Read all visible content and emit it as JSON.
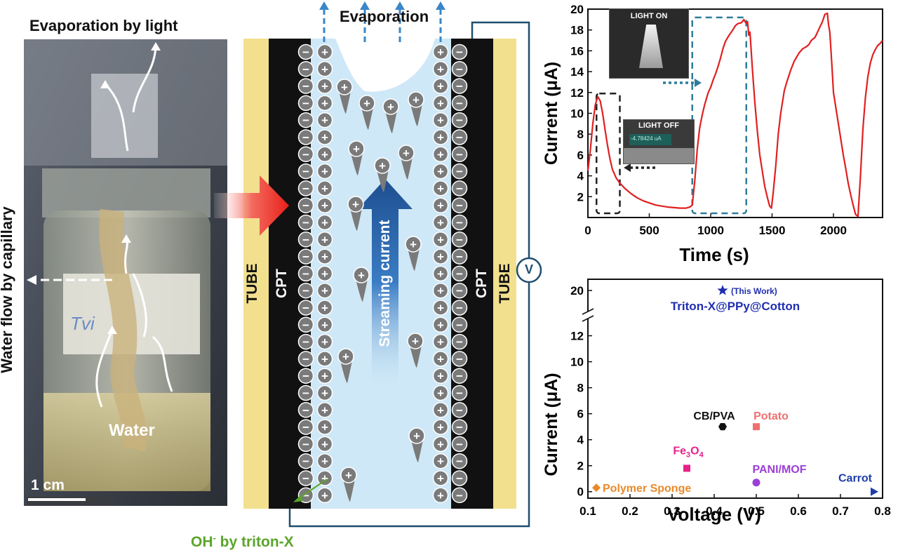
{
  "photo": {
    "title": "Evaporation by light",
    "side_label": "Water flow by capillary",
    "water_label": "Water",
    "scale_label": "1 cm",
    "vial_text": "Tvi"
  },
  "mechanism": {
    "evaporation_label": "Evaporation",
    "tube_left": "TUBE",
    "cpt_left": "CPT",
    "cpt_right": "CPT",
    "tube_right": "TUBE",
    "streaming_label": "Streaming current",
    "voltmeter_label": "V",
    "oh_label_main": "OH",
    "oh_label_sup": "-",
    "oh_label_rest": " by triton-X",
    "minus_glyph": "−",
    "plus_glyph": "+",
    "colors": {
      "tube": "#f2e08e",
      "cpt": "#111111",
      "channel": "#cfe8f7",
      "charge": "#7a7a7a",
      "arrow_red": "#e8201a",
      "arrow_blue": "#2b5fa6",
      "oh_green": "#5aa52a"
    }
  },
  "chart_top": {
    "chart_data": {
      "type": "line",
      "xlabel": "Time (s)",
      "ylabel": "Current (μA)",
      "xlim": [
        0,
        2400
      ],
      "ylim": [
        0,
        20
      ],
      "xticks": [
        0,
        500,
        1000,
        1500,
        2000
      ],
      "yticks": [
        2,
        4,
        6,
        8,
        10,
        12,
        14,
        16,
        18,
        20
      ],
      "series": [
        {
          "color": "#e02020",
          "x": [
            0,
            20,
            40,
            60,
            80,
            100,
            120,
            140,
            160,
            180,
            200,
            230,
            260,
            300,
            350,
            400,
            450,
            500,
            550,
            600,
            650,
            700,
            750,
            800,
            830,
            850,
            870,
            890,
            910,
            930,
            950,
            980,
            1000,
            1020,
            1040,
            1060,
            1080,
            1100,
            1120,
            1150,
            1180,
            1200,
            1220,
            1250,
            1270,
            1290,
            1300,
            1310,
            1320,
            1340,
            1360,
            1380,
            1400,
            1420,
            1440,
            1460,
            1480,
            1495,
            1510,
            1530,
            1550,
            1570,
            1600,
            1620,
            1650,
            1680,
            1700,
            1720,
            1750,
            1780,
            1800,
            1820,
            1850,
            1870,
            1890,
            1910,
            1930,
            1950,
            1960,
            1970,
            1980,
            1990,
            2000,
            2020,
            2040,
            2060,
            2080,
            2100,
            2120,
            2140,
            2160,
            2180,
            2200,
            2220,
            2240,
            2260,
            2280,
            2300,
            2320,
            2340,
            2360,
            2380,
            2400
          ],
          "y": [
            4.5,
            6.5,
            9.0,
            10.8,
            11.6,
            11.2,
            10.0,
            8.4,
            6.9,
            5.6,
            4.6,
            3.8,
            3.3,
            2.8,
            2.3,
            1.9,
            1.6,
            1.4,
            1.2,
            1.1,
            1.0,
            0.95,
            0.9,
            0.9,
            1.0,
            1.2,
            3.5,
            6.5,
            8.6,
            9.8,
            10.8,
            12.0,
            12.5,
            13.2,
            13.8,
            14.5,
            15.3,
            16.2,
            16.9,
            17.5,
            18.0,
            18.4,
            18.6,
            18.7,
            19.0,
            18.6,
            18.8,
            17.5,
            17.8,
            14.2,
            11.0,
            8.3,
            6.0,
            4.5,
            3.0,
            2.0,
            1.1,
            0.9,
            2.5,
            5.0,
            8.0,
            10.0,
            12.2,
            13.0,
            14.1,
            15.0,
            15.4,
            15.8,
            16.2,
            16.4,
            16.6,
            17.0,
            17.3,
            17.8,
            18.3,
            18.8,
            19.5,
            19.6,
            18.5,
            17.8,
            16.0,
            14.0,
            12.0,
            10.5,
            9.0,
            7.5,
            6.0,
            4.7,
            3.3,
            2.2,
            1.2,
            0.3,
            0.1,
            4.0,
            8.5,
            11.5,
            13.5,
            14.8,
            15.6,
            16.1,
            16.5,
            16.7,
            17.0
          ]
        }
      ],
      "annotations": [
        "LIGHT ON",
        "LIGHT OFF"
      ],
      "lcd_text": "-4.78424 uA"
    }
  },
  "chart_bottom": {
    "chart_data": {
      "type": "scatter",
      "xlabel": "Voltage (V)",
      "ylabel": "Current (μA)",
      "xlim": [
        0.1,
        0.8
      ],
      "ylim": [
        -0.5,
        13
      ],
      "xticks": [
        0.1,
        0.2,
        0.3,
        0.4,
        0.5,
        0.6,
        0.7,
        0.8
      ],
      "yticks": [
        0,
        2,
        4,
        6,
        8,
        10,
        12
      ],
      "break_tick": "20",
      "points": [
        {
          "x": 0.12,
          "y": 0.3,
          "marker": "diamond",
          "color": "#e88a2a",
          "label": "Polymer Sponge",
          "broken": false
        },
        {
          "x": 0.335,
          "y": 1.8,
          "marker": "square",
          "color": "#e8208a",
          "label": "Fe3O4",
          "broken": false
        },
        {
          "x": 0.42,
          "y": 5.0,
          "marker": "hexagon",
          "color": "#111111",
          "label": "CB/PVA",
          "broken": false
        },
        {
          "x": 0.5,
          "y": 5.0,
          "marker": "square",
          "color": "#f07070",
          "label": "Potato",
          "broken": false
        },
        {
          "x": 0.5,
          "y": 0.7,
          "marker": "circle",
          "color": "#9b3fd6",
          "label": "PANI/MOF",
          "broken": false
        },
        {
          "x": 0.78,
          "y": 0.0,
          "marker": "triangle",
          "color": "#1f3ea8",
          "label": "Carrot",
          "broken": false
        },
        {
          "x": 0.42,
          "y": 20,
          "marker": "star",
          "color": "#1f2eb0",
          "label": "Triton-X@PPy@Cotton",
          "broken": true
        }
      ],
      "labels": {
        "this_work": "(This Work)",
        "triton": "Triton-X@PPy@Cotton",
        "cbpva": "CB/PVA",
        "potato": "Potato",
        "fe_main": "Fe",
        "fe_sub1": "3",
        "fe_o": "O",
        "fe_sub2": "4",
        "pani": "PANI/MOF",
        "carrot": "Carrot",
        "polymer": "Polymer Sponge"
      }
    }
  }
}
